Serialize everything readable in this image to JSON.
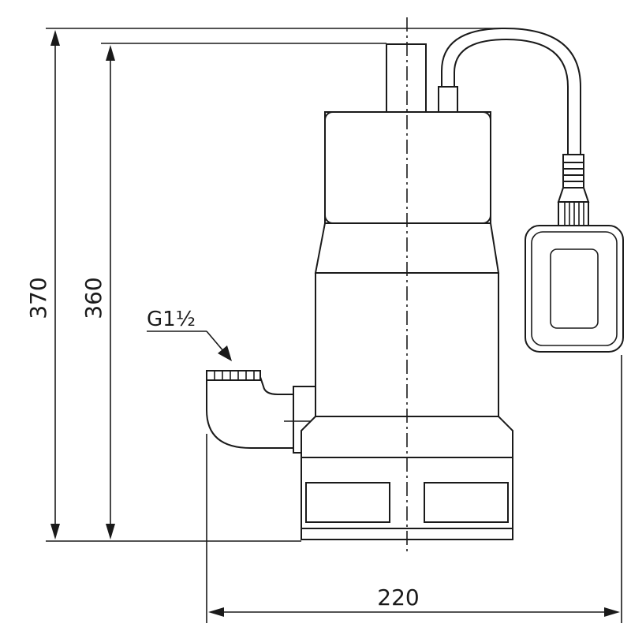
{
  "dimensions": {
    "total_height": "370",
    "body_height": "360",
    "total_width": "220"
  },
  "thread_label": "G1½",
  "colors": {
    "line": "#1a1a1a",
    "background": "#ffffff"
  }
}
